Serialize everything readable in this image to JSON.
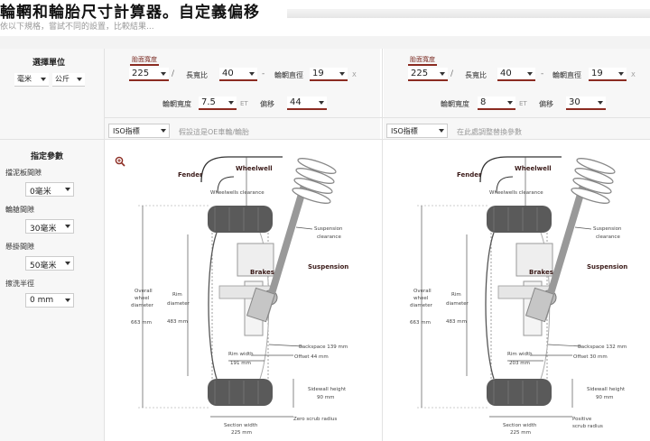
{
  "header": {
    "title": "輪輞和輪胎尺寸計算器。自定義偏移",
    "subtitle": "依以下規格，嘗試不同的設置，比較結果..."
  },
  "units": {
    "label": "選擇單位",
    "metric": "毫米",
    "weight": "公斤"
  },
  "params": {
    "label": "指定參數",
    "fender_label": "擋泥板間隙",
    "fender_value": "0毫米",
    "wheelwell_label": "輪艙間隙",
    "wheelwell_value": "30毫米",
    "suspension_label": "懸掛間隙",
    "suspension_value": "50毫米",
    "scrub_label": "擦洗半徑",
    "scrub_value": "0 mm"
  },
  "left": {
    "tread_label": "胎面寬度",
    "tread": "225",
    "aspect_label": "長寬比",
    "aspect": "40",
    "rim_diam_label": "輪輞直徑",
    "rim_diam": "19",
    "rim_width_label": "輪輞寬度",
    "rim_width": "7.5",
    "offset_label": "偏移",
    "offset": "44",
    "iso_select": "ISO指標",
    "note": "假設這是OE車輪/輪胎",
    "diagram": {
      "fender": "Fender",
      "wheelwell": "Wheelwell",
      "wheelwell_clearance": "Wheelwells clearance",
      "suspension_clearance_1": "Suspension",
      "suspension_clearance_2": "clearance",
      "suspension": "Suspension",
      "brakes": "Brakes",
      "overall_1": "Overall",
      "overall_2": "wheel",
      "overall_3": "diameter",
      "overall_value": "663 mm",
      "rim_diam_1": "Rim",
      "rim_diam_2": "diameter",
      "rim_diam_value": "483 mm",
      "backspace": "Backspace 139 mm",
      "offset": "Offset 44 mm",
      "rim_width": "Rim width",
      "rim_width_value": "191 mm",
      "sidewall_1": "Sidewall height",
      "sidewall_2": "90 mm",
      "scrub_1": "Zero scrub radius",
      "scrub_2": "",
      "section_1": "Section width",
      "section_2": "225 mm"
    }
  },
  "right": {
    "tread_label": "胎面寬度",
    "tread": "225",
    "aspect_label": "長寬比",
    "aspect": "40",
    "rim_diam_label": "輪輞直徑",
    "rim_diam": "19",
    "rim_width_label": "輪輞寬度",
    "rim_width": "8",
    "offset_label": "偏移",
    "offset": "30",
    "iso_select": "ISO指標",
    "note": "在此處調整替換參數",
    "diagram": {
      "fender": "Fender",
      "wheelwell": "Wheelwell",
      "wheelwell_clearance": "Wheelwells clearance",
      "suspension_clearance_1": "Suspension",
      "suspension_clearance_2": "clearance",
      "suspension": "Suspension",
      "brakes": "Brakes",
      "overall_1": "Overall",
      "overall_2": "wheel",
      "overall_3": "diameter",
      "overall_value": "663 mm",
      "rim_diam_1": "Rim",
      "rim_diam_2": "diameter",
      "rim_diam_value": "483 mm",
      "backspace": "Backspace 132 mm",
      "offset": "Offset 30 mm",
      "rim_width": "Rim width",
      "rim_width_value": "203 mm",
      "sidewall_1": "Sidewall height",
      "sidewall_2": "90 mm",
      "scrub_1": "Positive",
      "scrub_2": "scrub radius",
      "section_1": "Section width",
      "section_2": "225 mm"
    }
  },
  "sep": {
    "slash": "/",
    "dash": "-",
    "x": "X",
    "et": "ET"
  },
  "colors": {
    "accent": "#8b2b21",
    "tire": "#5a5a5a",
    "line": "#555555"
  }
}
